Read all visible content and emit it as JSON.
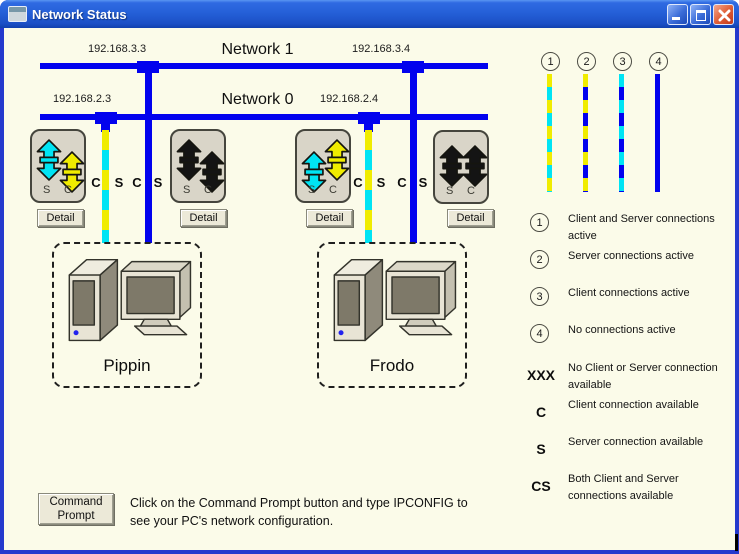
{
  "colors": {
    "bus_blue": "#0202ee",
    "cyan": "#00e4f4",
    "yellow": "#f0ec00",
    "content_bg": "#fbfbe9",
    "box_bg": "#d9d5c8",
    "button_bg": "#ece9d8",
    "border_blue": "#2439cd"
  },
  "window": {
    "title": "Network Status"
  },
  "networks": [
    {
      "name": "Network 1",
      "left_ip": "192.168.3.3",
      "right_ip": "192.168.3.4"
    },
    {
      "name": "Network 0",
      "left_ip": "192.168.2.3",
      "right_ip": "192.168.2.4"
    }
  ],
  "adapters": [
    {
      "s": "S",
      "c": "C",
      "detail": "Detail",
      "left_arrow": "cyan",
      "right_arrow": "yellow"
    },
    {
      "s": "S",
      "c": "C",
      "detail": "Detail",
      "left_arrow": "black",
      "right_arrow": "black"
    },
    {
      "s": "S",
      "c": "C",
      "detail": "Detail",
      "left_arrow": "cyan",
      "right_arrow": "yellow"
    },
    {
      "s": "S",
      "c": "C",
      "detail": "Detail",
      "left_arrow": "black",
      "right_arrow": "black"
    }
  ],
  "markers": {
    "c": "C",
    "s": "S"
  },
  "computers": [
    {
      "name": "Pippin"
    },
    {
      "name": "Frodo"
    }
  ],
  "legend": {
    "numbered": [
      {
        "num": "1",
        "pattern": "yellow-cyan",
        "text": "Client and Server connections active"
      },
      {
        "num": "2",
        "pattern": "yellow-blue",
        "text": "Server connections active"
      },
      {
        "num": "3",
        "pattern": "cyan-blue",
        "text": "Client connections active"
      },
      {
        "num": "4",
        "pattern": "solid-blue",
        "text": "No connections active"
      }
    ],
    "symbols": [
      {
        "sym": "XXX",
        "text": "No Client or Server connection available"
      },
      {
        "sym": "C",
        "text": "Client connection available"
      },
      {
        "sym": "S",
        "text": "Server connection available"
      },
      {
        "sym": "CS",
        "text": "Both Client and Server connections available"
      }
    ]
  },
  "footer": {
    "button": "Command Prompt",
    "instruction": "Click on the Command Prompt button and type IPCONFIG to see your PC's network configuration."
  }
}
